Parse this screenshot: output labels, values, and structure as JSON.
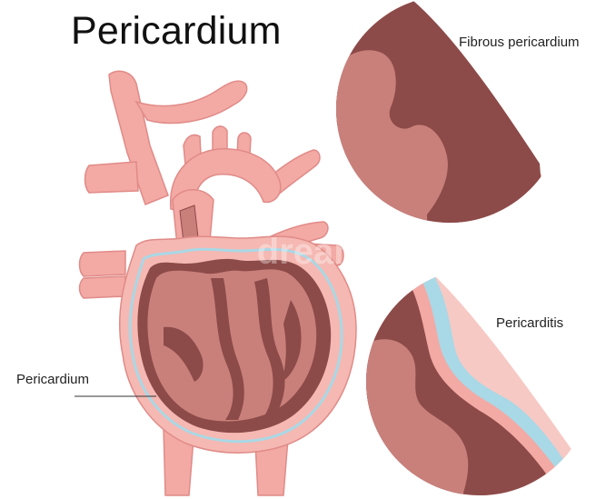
{
  "title": "Pericardium",
  "labels": {
    "fibrous": "Fibrous pericardium",
    "pericarditis": "Pericarditis",
    "pericardium": "Pericardium"
  },
  "colors": {
    "vessel": "#f3a9a4",
    "vessel_outline": "#e08b88",
    "sac": "#f5b8b2",
    "muscle": "#c9807b",
    "muscle_dark": "#8c4a48",
    "membrane": "#a9d8e6",
    "membrane_light": "#f7c9c4"
  },
  "icons": {
    "heart": "heart-illustration",
    "inset_fibrous": "fibrous-pericardium-cross-section",
    "inset_pericarditis": "pericarditis-cross-section"
  }
}
